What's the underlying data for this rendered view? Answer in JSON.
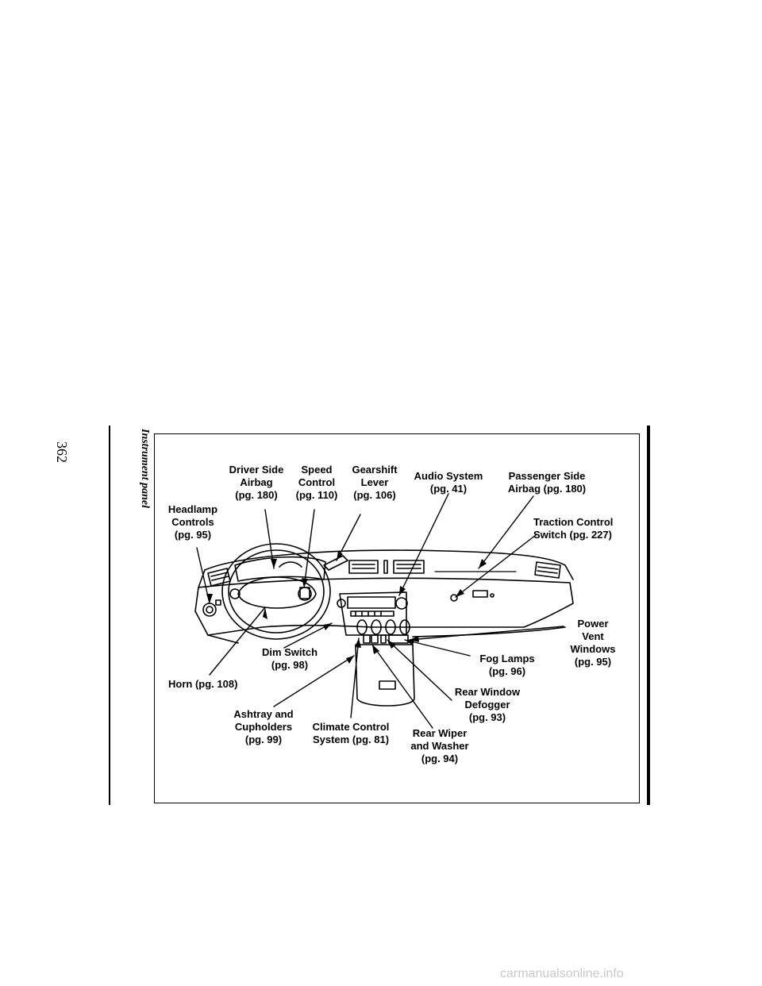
{
  "page": {
    "page_number": "362",
    "section_title": "Instrument panel"
  },
  "figure": {
    "callouts": {
      "driver_side_airbag": "Driver Side\nAirbag\n(pg. 180)",
      "speed_control": "Speed\nControl\n(pg. 110)",
      "gearshift_lever": "Gearshift\nLever\n(pg. 106)",
      "audio_system": "Audio System\n(pg. 41)",
      "passenger_side_airbag": "Passenger Side\nAirbag (pg. 180)",
      "headlamp_controls": "Headlamp\nControls\n(pg. 95)",
      "traction_control": "Traction Control\nSwitch (pg. 227)",
      "power_vent_windows": "Power\nVent\nWindows\n(pg. 95)",
      "dim_switch": "Dim Switch\n(pg. 98)",
      "fog_lamps": "Fog Lamps\n(pg. 96)",
      "horn": "Horn (pg. 108)",
      "rear_window_defogger": "Rear Window\nDefogger\n(pg. 93)",
      "ashtray_cupholders": "Ashtray and\nCupholders\n(pg. 99)",
      "climate_control": "Climate Control\nSystem (pg. 81)",
      "rear_wiper_washer": "Rear Wiper\nand Washer\n(pg. 94)"
    }
  },
  "watermark": "carmanualsonline.info"
}
